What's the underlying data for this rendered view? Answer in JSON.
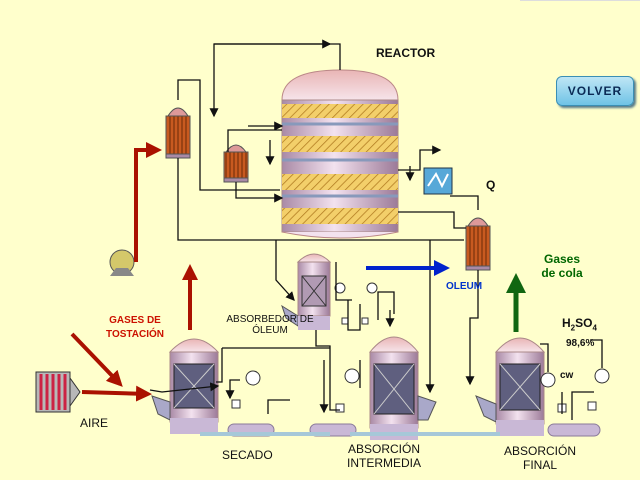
{
  "labels": {
    "reactor": "REACTOR",
    "q": "Q",
    "gases_de_cola_1": "Gases",
    "gases_de_cola_2": "de cola",
    "oleum": "OLEUM",
    "gases_tostacion_1": "GASES DE",
    "gases_tostacion_2": "TOSTACIÓN",
    "absorbedor_1": "ABSORBEDOR DE",
    "absorbedor_2": "ÓLEUM",
    "aire": "AIRE",
    "secado": "SECADO",
    "absorcion_intermedia_1": "ABSORCIÓN",
    "absorcion_intermedia_2": "INTERMEDIA",
    "absorcion_final_1": "ABSORCIÓN",
    "absorcion_final_2": "FINAL",
    "h2so4_h": "H",
    "h2so4_2": "2",
    "h2so4_so": "SO",
    "h2so4_4": "4",
    "concentration": "98,6%",
    "cw": "cw"
  },
  "buttons": {
    "volver": "VOLVER"
  },
  "colors": {
    "background": "#ffffcc",
    "vessel": "#c9a3c3",
    "packing": "#f0c060",
    "flow_line": "#111111",
    "gas_arrow": "#aa1100",
    "oleum_arrow": "#0022cc",
    "tail_gas_arrow": "#116611",
    "heat_exchanger": "#c85a20"
  }
}
